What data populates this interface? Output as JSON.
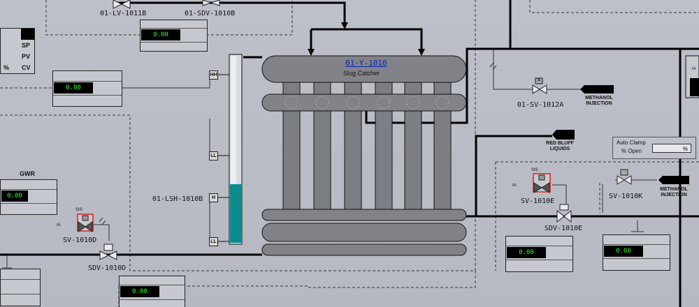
{
  "vessel": {
    "tag": "01-Y-1010",
    "name": "Slug Catcher"
  },
  "tags": {
    "lv_1011b": "01-LV-1011B",
    "sdv_1010b": "01-SDV-1010B",
    "sv_1012a": "01-SV-1012A",
    "lsh_1010b": "01-LSH-1010B",
    "sv_1010d": "SV-1010D",
    "sdv_1010d": "SDV-1010D",
    "sv_1010e": "SV-1010E",
    "sdv_1010e": "SDV-1010E",
    "sv_1010k": "SV-1010K"
  },
  "destinations": {
    "methanol_1_line1": "METHANOL",
    "methanol_1_line2": "INJECTION",
    "red_bluff_line1": "RED BLUFF",
    "red_bluff_line2": "LIQUIDS",
    "methanol_2_line1": "METHANOL",
    "methanol_2_line2": "INJECTION"
  },
  "level_switches": {
    "hh": "HH",
    "ll_upper": "LL",
    "h": "H",
    "ll_lower": "LL"
  },
  "sp_table": {
    "sp": "SP",
    "pv": "PV",
    "unit": "%",
    "cv": "CV"
  },
  "indicators": {
    "top_center": "0.00",
    "left_upper": "0.00",
    "gwr_label": "GWR",
    "gwr": "0.00",
    "bottom_center": "0.00",
    "right_a": "0.00",
    "right_b": "0.00"
  },
  "auto_clamp": {
    "title": "Auto Clamp",
    "label": "% Open",
    "unit": "%"
  },
  "badges": {
    "sis": "SIS",
    "ia": "IA",
    "s": "S",
    "ia2": "IA",
    "edge_ia": "IA"
  },
  "colors": {
    "level_fill": "#0c8c8e",
    "sis_border": "#e02020",
    "value_text": "#2dff2d"
  }
}
